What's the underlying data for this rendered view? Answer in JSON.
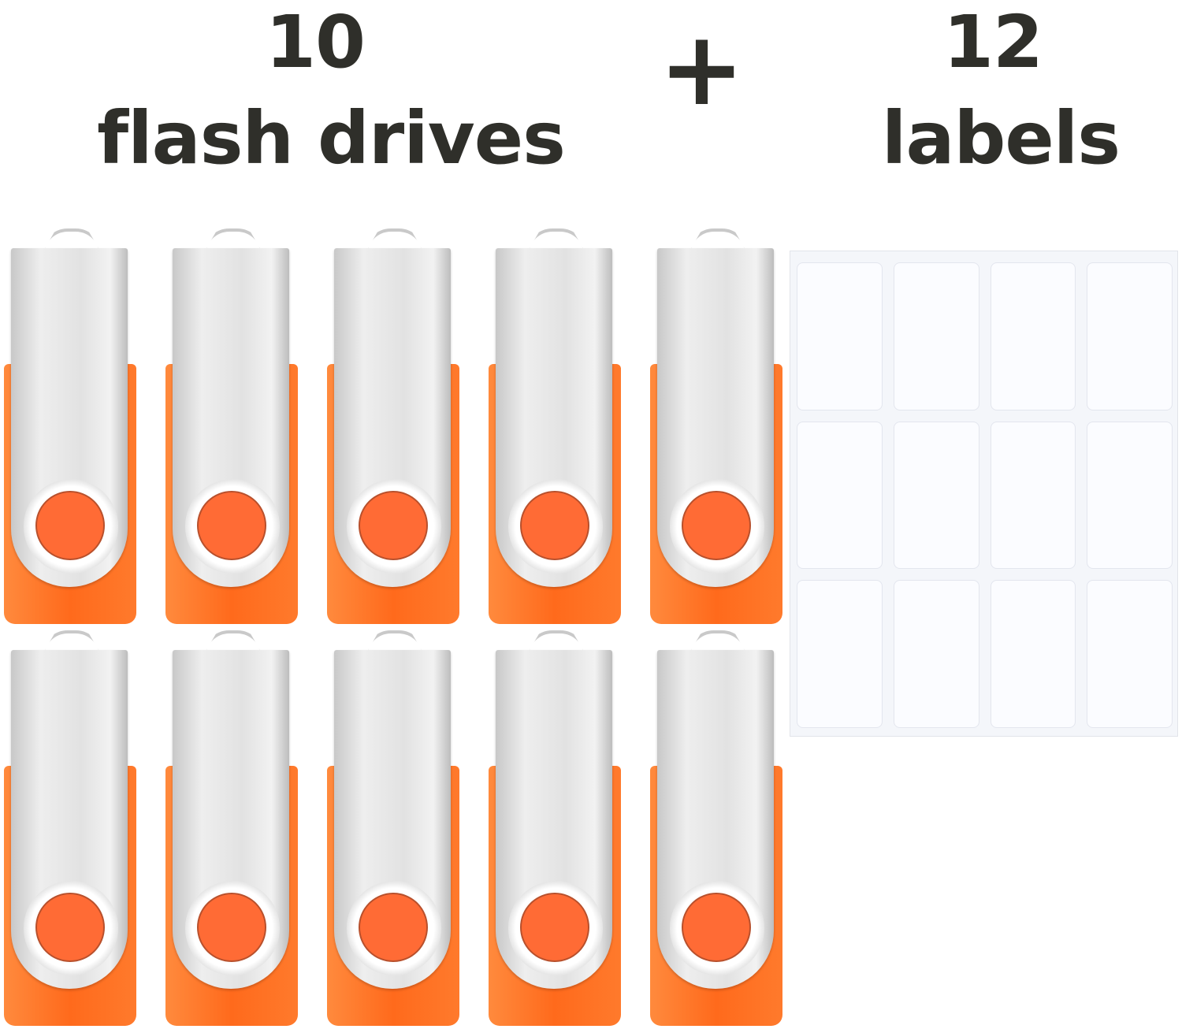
{
  "headline": {
    "left_count": "10",
    "left_label": "flash drives",
    "plus": "+",
    "right_count": "12",
    "right_label": "labels"
  },
  "product": {
    "drive_count": 10,
    "label_count": 12,
    "drive_color": "#ff6b35",
    "cover_color": "#e6e6e6",
    "text_color": "#2f2f2a"
  }
}
